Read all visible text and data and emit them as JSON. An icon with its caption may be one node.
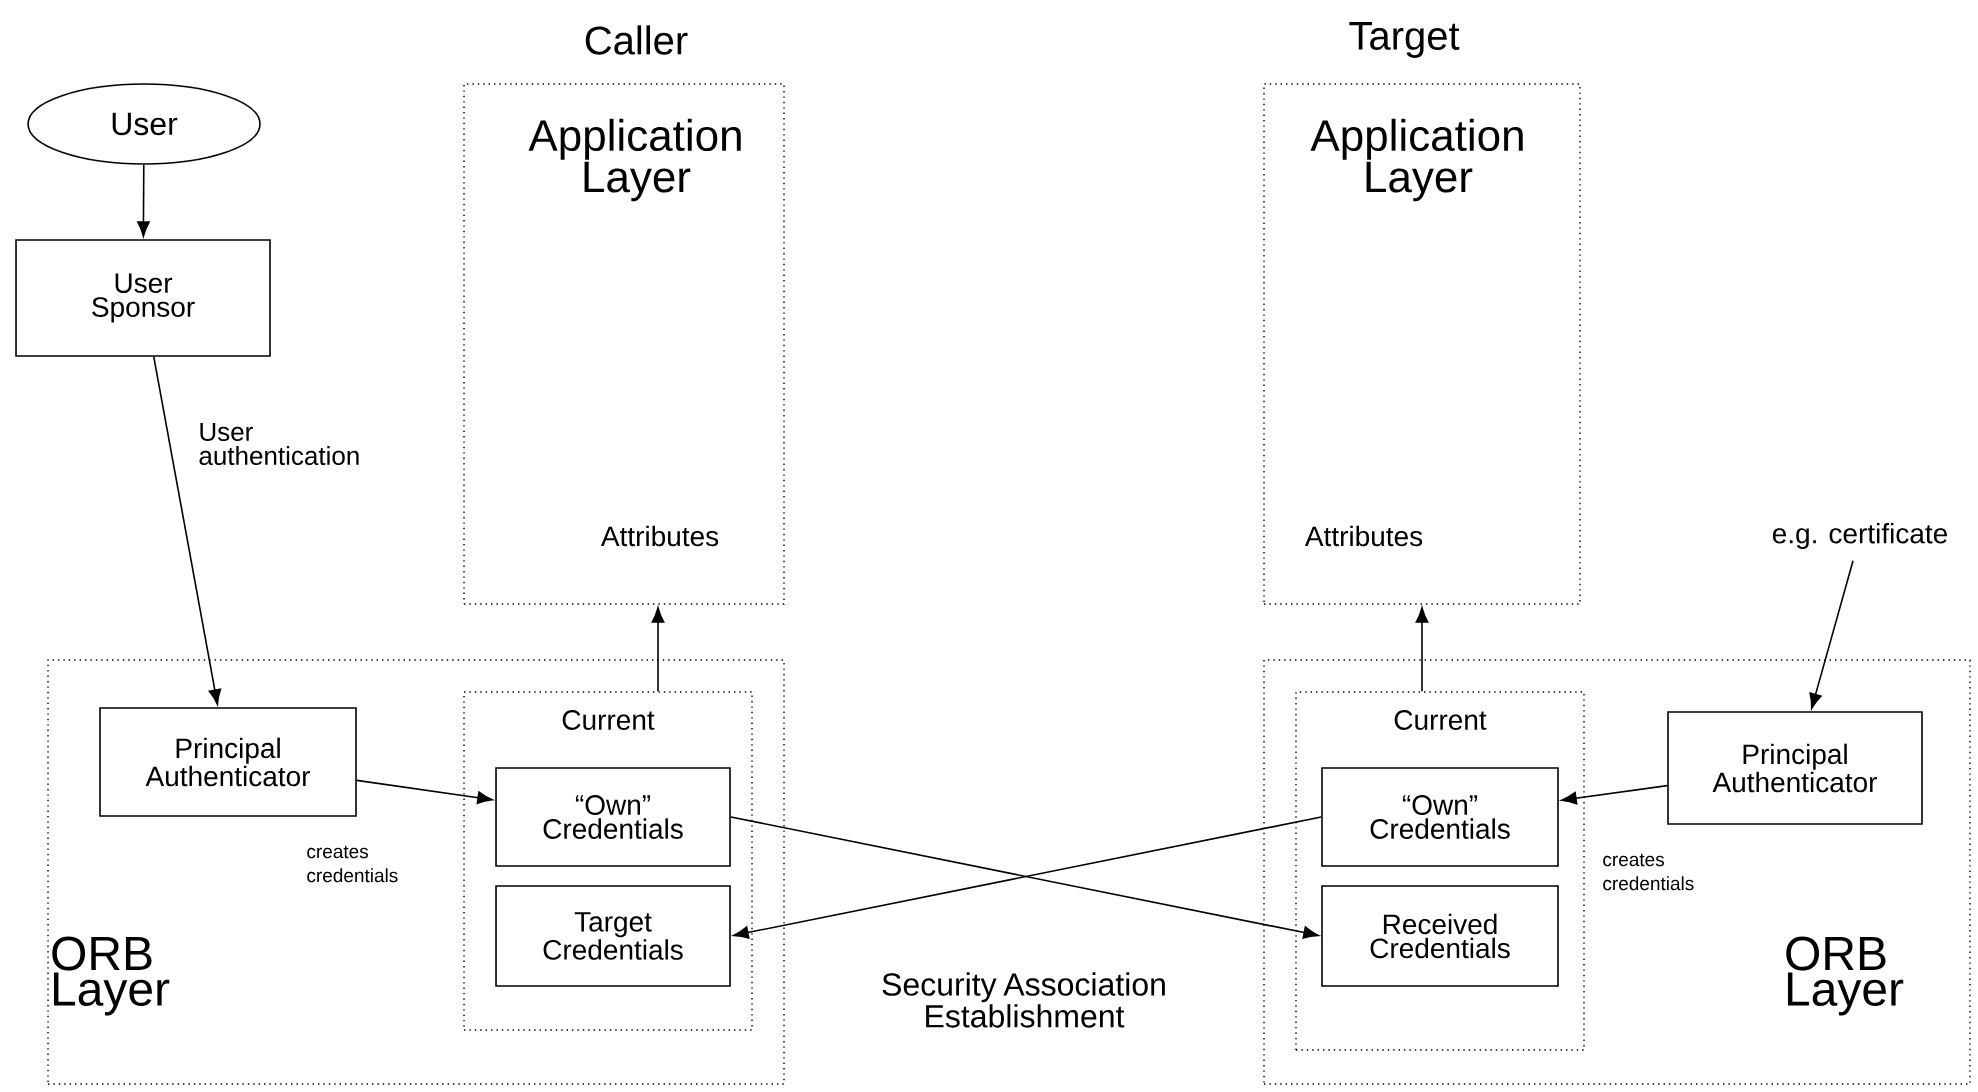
{
  "diagram": {
    "nodes": [
      {
        "text": [
          "User"
        ]
      },
      {
        "text": [
          "User Sponsor"
        ]
      },
      {
        "text": [
          "Caller",
          "Application Layer",
          "Attributes"
        ]
      },
      {
        "text": [
          "ORB Layer"
        ]
      },
      {
        "text": [
          "Principal Authenticator"
        ],
        "in": 3,
        "beside": [
          "creates credentials"
        ]
      },
      {
        "text": [
          "Current"
        ],
        "in": 3
      },
      {
        "text": [
          "“Own” Credentials"
        ],
        "in": 5
      },
      {
        "text": [
          "Target Credentials"
        ],
        "in": 5
      },
      {
        "text": [
          "Target",
          "Application Layer",
          "Attributes"
        ]
      },
      {
        "text": [
          "ORB Layer"
        ]
      },
      {
        "text": [
          "Current"
        ],
        "in": 9
      },
      {
        "text": [
          "“Own” Credentials"
        ],
        "in": 10
      },
      {
        "text": [
          "Received Credentials"
        ],
        "in": 10
      },
      {
        "text": [
          "Principal Authenticator"
        ],
        "in": 9,
        "beside": [
          "creates credentials"
        ]
      },
      {
        "text": [
          "e.g. certificate"
        ]
      }
    ],
    "edges": [
      {
        "from": 0,
        "to": 1,
        "arrow": "to"
      },
      {
        "from": 1,
        "to": 4,
        "arrow": "to",
        "label": "User authentication"
      },
      {
        "from": 4,
        "to": 6,
        "arrow": "to"
      },
      {
        "from": 5,
        "to": 2,
        "arrow": "to"
      },
      {
        "from": 6,
        "to": 12,
        "arrow": "to"
      },
      {
        "from": 11,
        "to": 7,
        "arrow": "to"
      },
      {
        "from": 10,
        "to": 8,
        "arrow": "to"
      },
      {
        "from": 14,
        "to": 13,
        "arrow": "to"
      },
      {
        "from": 13,
        "to": 11,
        "arrow": "to"
      }
    ],
    "labels": [
      "Security Association Establishment"
    ]
  }
}
